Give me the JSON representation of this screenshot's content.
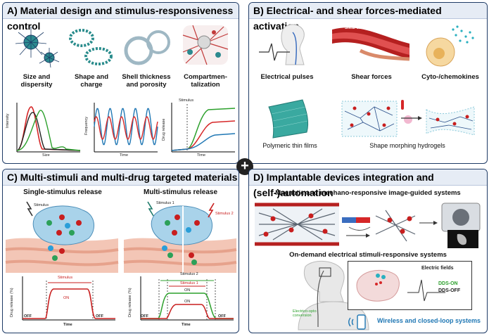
{
  "panels": {
    "a": {
      "title": "A) Material design and stimulus-responsiveness control",
      "items": [
        "Size and dispersity",
        "Shape and charge",
        "Shell thickness and porosity",
        "Compartmen-talization"
      ],
      "chart_left": {
        "ylabel": "Intensity",
        "xlabel": "Size"
      },
      "chart_mid": {
        "ylabel": "Frequency",
        "xlabel": "Time"
      },
      "chart_right": {
        "ylabel": "Drug release",
        "xlabel": "Time",
        "annotation": "Stimulus"
      }
    },
    "b": {
      "title": "B)  Electrical- and shear forces-mediated activation",
      "items": [
        "Electrical pulses",
        "Shear forces",
        "Cyto-/chemokines",
        "Polymeric thin films",
        "Shape morphing hydrogels"
      ],
      "vessel_label": "Shear stress"
    },
    "c": {
      "title": "C)   Multi-stimuli and multi-drug targeted materials",
      "single_title": "Single-stimulus  release",
      "multi_title": "Multi-stimulus  release",
      "single_stimulus": "Stimulus",
      "multi_stimuli": [
        "Stimulus 1",
        "Stimulus 2"
      ],
      "single_chart": {
        "ylabel": "Drug release (%)",
        "xlabel": "Time",
        "stimulus": "Stimulus",
        "on": "ON",
        "off_left": "OFF",
        "off_right": "OFF"
      },
      "multi_chart": {
        "ylabel": "Drug release (%)",
        "xlabel": "Time",
        "stimulus2": "Stimulus 2",
        "stimulus1": "Stimulus 1",
        "on1": "ON",
        "on2": "ON",
        "off_left": "OFF",
        "off_right": "OFF"
      }
    },
    "d": {
      "title": "D) Implantable devices integration and (self-)automation",
      "subtitle1": "Magnetic and mechano-responsive image-guided systems",
      "subtitle2": "On-demand electrical stimuli-responsive systems",
      "electric_fields": "Electric fields",
      "dds_on": "DDS-ON",
      "dds_off": "DDS-OFF",
      "conversion": "Electrico-opto conversion",
      "wireless": "Wireless and closed-loop systems"
    }
  },
  "colors": {
    "border": "#1f3b66",
    "title_bg": "#e6ecf5",
    "red": "#d62728",
    "green": "#2ca02c",
    "blue": "#1f77b4",
    "teal": "#1aa3a3"
  }
}
